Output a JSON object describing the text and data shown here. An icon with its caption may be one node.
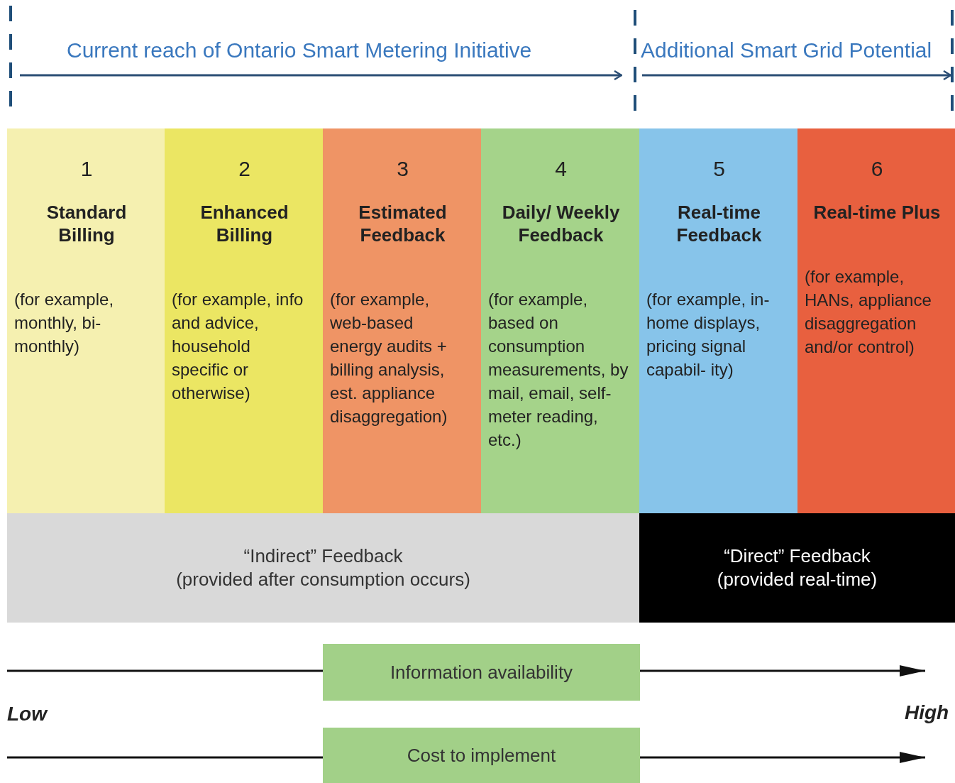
{
  "diagram": {
    "nodes": [
      {
        "text": [
          "1",
          "Standard Billing",
          "(for example, monthly, bi-monthly)"
        ]
      },
      {
        "text": [
          "2",
          "Enhanced Billing",
          "(for example, info and advice, household specific or otherwise)"
        ]
      },
      {
        "text": [
          "3",
          "Estimated Feedback",
          "(for example, web-based energy audits + billing analysis, est. appliance disaggregation)"
        ]
      },
      {
        "text": [
          "4",
          "Daily/ Weekly Feedback",
          "(for example, based on consumption measurements, by mail, email, self-meter reading, etc.)"
        ]
      },
      {
        "text": [
          "5",
          "Real-time Feedback",
          "(for example, in-home displays, pricing signal capabil- ity)"
        ]
      },
      {
        "text": [
          "6",
          "Real-time Plus",
          "(for example, HANs, appliance disaggregation and/or control)"
        ]
      },
      {
        "text": [
          "“Indirect” Feedback",
          "(provided after consumption occurs)"
        ]
      },
      {
        "text": [
          "“Direct” Feedback",
          "(provided real-time)"
        ]
      },
      {
        "text": [
          "Information availability"
        ]
      },
      {
        "text": [
          "Cost to implement"
        ]
      }
    ],
    "labels": [
      "Current reach of Ontario Smart Metering Initiative",
      "Additional Smart Grid Potential",
      "Low",
      "High"
    ]
  }
}
